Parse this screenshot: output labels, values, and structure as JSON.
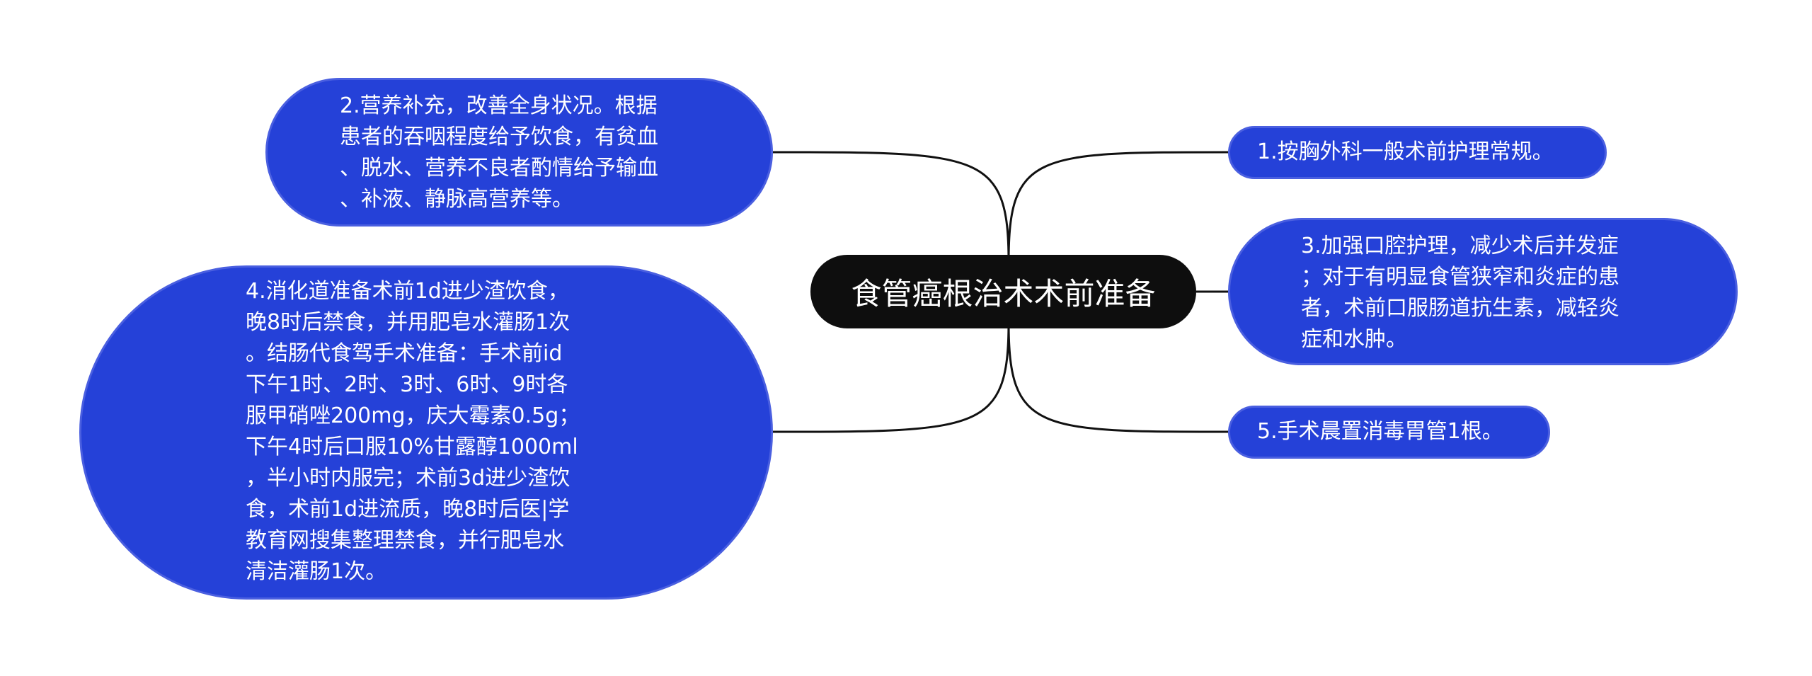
{
  "diagram": {
    "type": "mind-map",
    "center": {
      "label": "食管癌根治术术前准备"
    },
    "nodes": [
      {
        "id": "node-1",
        "lines": [
          "1.按胸外科一般术前护理常规。"
        ]
      },
      {
        "id": "node-2",
        "lines": [
          "2.营养补充，改善全身状况。根据",
          "患者的吞咽程度给予饮食，有贫血",
          "、脱水、营养不良者酌情给予输血",
          "、补液、静脉高营养等。"
        ]
      },
      {
        "id": "node-3",
        "lines": [
          "3.加强口腔护理，减少术后并发症",
          "；对于有明显食管狭窄和炎症的患",
          "者，术前口服肠道抗生素，减轻炎",
          "症和水肿。"
        ]
      },
      {
        "id": "node-4",
        "lines": [
          "4.消化道准备术前1d进少渣饮食，",
          "晚8时后禁食，并用肥皂水灌肠1次",
          "。结肠代食驾手术准备：手术前id",
          "下午1时、2时、3时、6时、9时各",
          "服甲硝唑200mg，庆大霉素0.5g；",
          "下午4时后口服10%甘露醇1000ml",
          "，半小时内服完；术前3d进少渣饮",
          "食，术前1d进流质，晚8时后医|学",
          "教育网搜集整理禁食，并行肥皂水",
          "清洁灌肠1次。"
        ]
      },
      {
        "id": "node-5",
        "lines": [
          "5.手术晨置消毒胃管1根。"
        ]
      }
    ],
    "colors": {
      "node_fill": "#2541d8",
      "node_border": "#4a5fe0",
      "center_fill": "#0e0e0e",
      "line": "#111111",
      "text": "#ffffff"
    }
  }
}
